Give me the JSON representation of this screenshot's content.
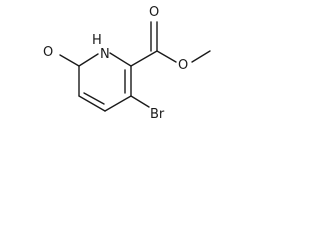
{
  "molecule": {
    "atoms": {
      "ring_nh": "N",
      "ring_nh_h": "H",
      "keto_o": "O",
      "carbonyl_o": "O",
      "ester_o": "O",
      "bromo": "Br"
    },
    "colors": {
      "ink": "#1a1a1a",
      "background": "#ffffff"
    }
  }
}
